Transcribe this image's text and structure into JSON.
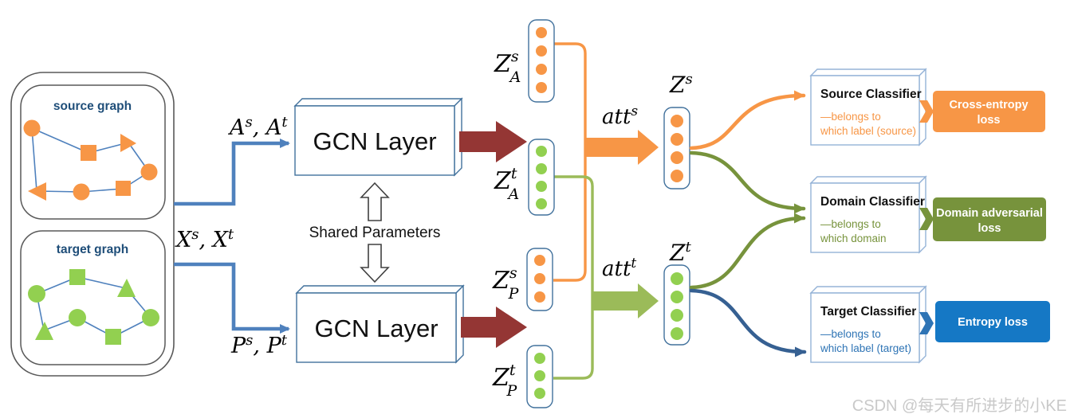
{
  "diagram_title": "graph domain adaptation architecture",
  "source_graph": {
    "title": "source graph"
  },
  "target_graph": {
    "title": "target graph"
  },
  "edge_labels": {
    "a_pair": {
      "base1": "A",
      "sup1": "s",
      "base2": ", A",
      "sup2": "t"
    },
    "x_pair": {
      "base1": "X",
      "sup1": "s",
      "base2": ", X",
      "sup2": "t"
    },
    "p_pair": {
      "base1": "P",
      "sup1": "s",
      "base2": ", P",
      "sup2": "t"
    }
  },
  "gcn": {
    "top_label": "GCN Layer",
    "bottom_label": "GCN Layer",
    "shared_label": "Shared Parameters"
  },
  "embeddings": {
    "za_s": {
      "base": "Z",
      "sub": "A",
      "sup": "s"
    },
    "za_t": {
      "base": "Z",
      "sub": "A",
      "sup": "t"
    },
    "zp_s": {
      "base": "Z",
      "sub": "P",
      "sup": "s"
    },
    "zp_t": {
      "base": "Z",
      "sub": "P",
      "sup": "t"
    },
    "z_s": {
      "base": "Z",
      "sup": "s"
    },
    "z_t": {
      "base": "Z",
      "sup": "t"
    }
  },
  "attention": {
    "att_s": {
      "base": "att",
      "sup": "s"
    },
    "att_t": {
      "base": "att",
      "sup": "t"
    }
  },
  "classifiers": [
    {
      "title": "Source Classifier",
      "desc1": "—belongs to",
      "desc2": "which label (source)"
    },
    {
      "title": "Domain Classifier",
      "desc1": "—belongs to",
      "desc2": "which domain"
    },
    {
      "title": "Target Classifier",
      "desc1": "—belongs to",
      "desc2": "which label (target)"
    }
  ],
  "losses": [
    {
      "line1": "Cross-entropy",
      "line2": "loss"
    },
    {
      "line1": "Domain adversarial",
      "line2": "loss"
    },
    {
      "line1": "Entropy loss",
      "line2": ""
    }
  ],
  "watermark": "CSDN @每天有所进步的小KE",
  "colors": {
    "orange": "#F79646",
    "green_bright": "#92D050",
    "green_mid": "#9BBB59",
    "green_dark": "#77933C",
    "dark_red": "#943634",
    "connector_blue": "#4F81BD",
    "curve_blue": "#366092",
    "graph_title_blue": "#1F4E79",
    "target_desc_blue": "#2E74B5",
    "entropy_loss_blue": "#1578C5",
    "container_gray": "#595959",
    "watermark_gray": "#C9C9C9"
  }
}
